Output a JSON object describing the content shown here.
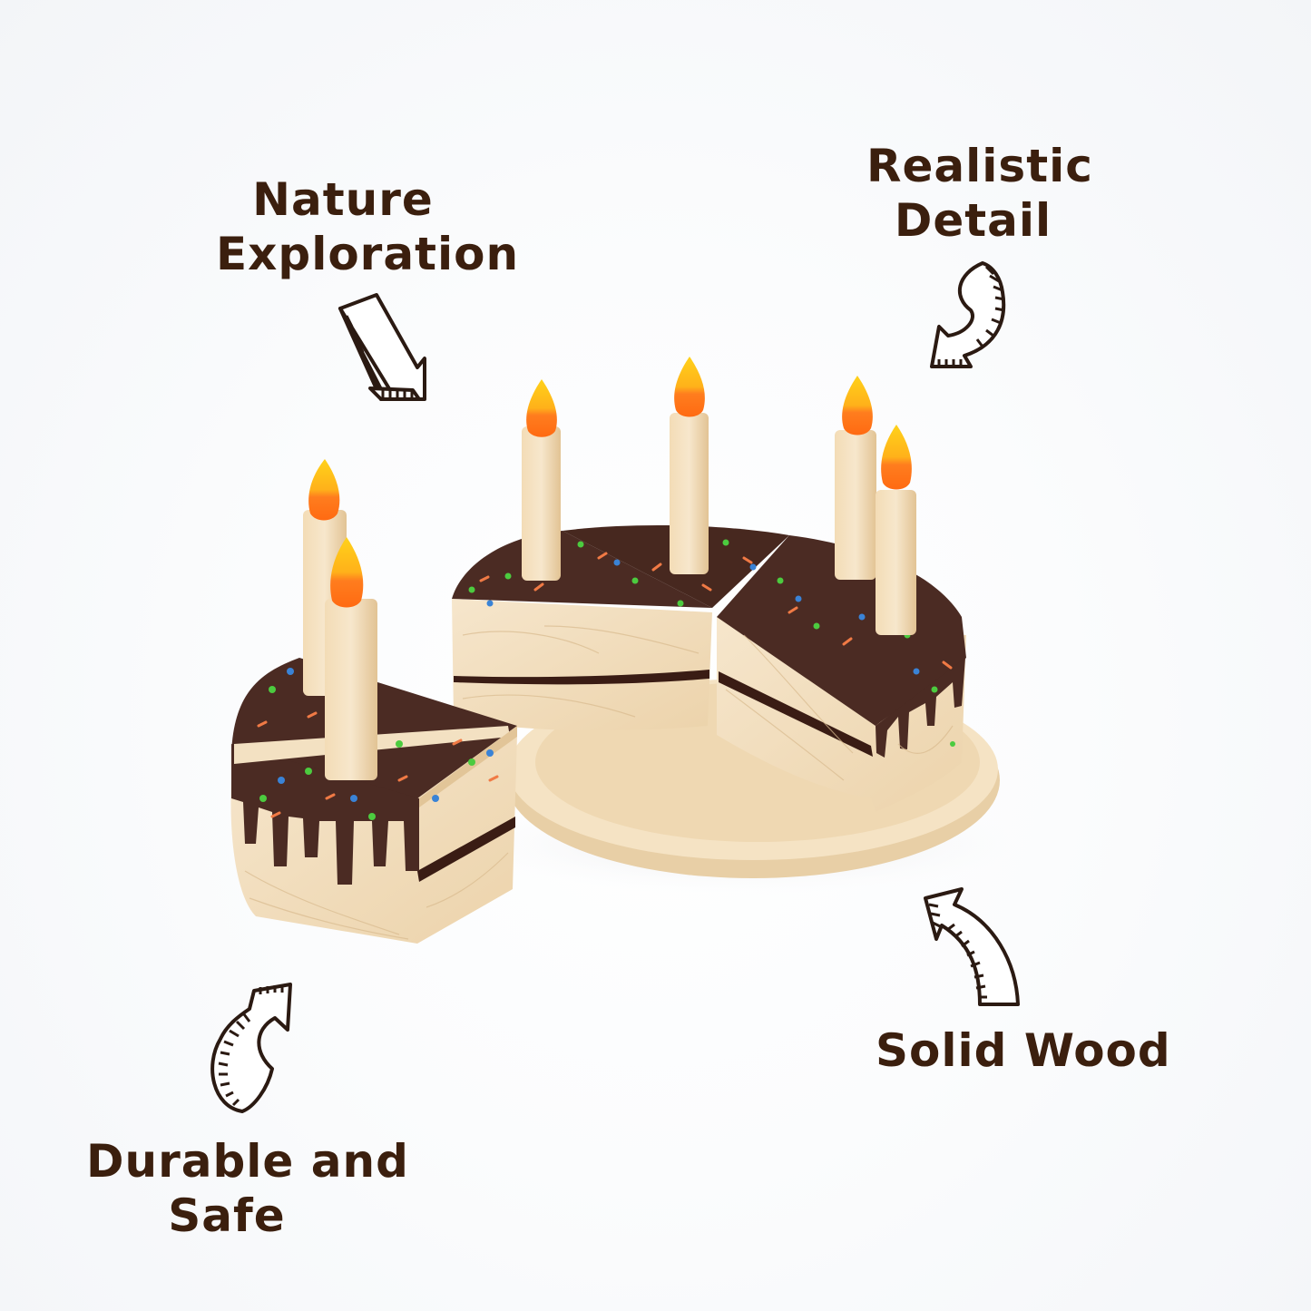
{
  "labels": {
    "nature_exploration": {
      "line1": "Nature",
      "line2": "Exploration"
    },
    "realistic_detail": {
      "line1": "Realistic",
      "line2": "Detail"
    },
    "solid_wood": {
      "line1": "Solid Wood"
    },
    "durable_safe": {
      "line1": "Durable and",
      "line2": "Safe"
    }
  },
  "icons": {
    "arrow_1": "straight-arrow-down-right",
    "arrow_2": "curved-arrow-down-left",
    "arrow_3": "curved-arrow-up-left",
    "arrow_4": "curved-arrow-up-right"
  },
  "product": {
    "name": "wooden-birthday-cake-toy",
    "candle_count": 6
  },
  "colors": {
    "text": "#3b1f0e",
    "chocolate": "#4a2a22",
    "wood": "#f2dfc0",
    "wood_dark": "#e6c99c",
    "flame_yellow": "#ffc21a",
    "flame_orange": "#ff7a1a",
    "sprinkle_green": "#4ccb3f",
    "sprinkle_blue": "#3a83d6",
    "sprinkle_orange": "#f07a45"
  }
}
